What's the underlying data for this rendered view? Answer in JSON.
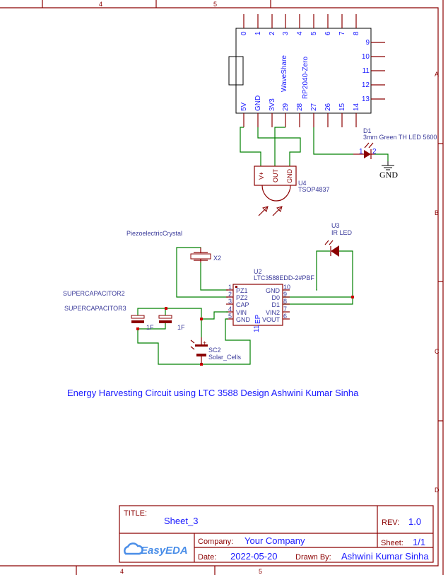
{
  "frame": {
    "columns": [
      "4",
      "5"
    ],
    "rows": [
      "A",
      "B",
      "C",
      "D"
    ]
  },
  "u1": {
    "name1": "WaveShare",
    "name2": "RP2040-Zero",
    "top_pins": [
      "0",
      "1",
      "2",
      "3",
      "4",
      "5",
      "6",
      "7",
      "8"
    ],
    "right_pins": [
      "9",
      "10",
      "11",
      "12",
      "13"
    ],
    "bottom_pins": [
      "5V",
      "GND",
      "3V3",
      "29",
      "28",
      "27",
      "26",
      "15",
      "14"
    ]
  },
  "d1": {
    "ref": "D1",
    "value": "3mm Green TH LED 5600",
    "pin1": "1",
    "pin2": "2"
  },
  "gnd": {
    "label": "GND"
  },
  "u4": {
    "ref": "U4",
    "value": "TSOP4837",
    "pins": [
      "V+",
      "OUT",
      "GND"
    ]
  },
  "u3": {
    "ref": "U3",
    "value": "IR LED"
  },
  "x2": {
    "label": "PiezoelectricCrystal",
    "ref": "X2"
  },
  "u2": {
    "ref": "U2",
    "value": "LTC3588EDD-2#PBF",
    "left_pins": [
      {
        "n": "1",
        "name": "PZ1"
      },
      {
        "n": "2",
        "name": "PZ2"
      },
      {
        "n": "3",
        "name": "CAP"
      },
      {
        "n": "4",
        "name": "VIN"
      },
      {
        "n": "5",
        "name": "GND"
      }
    ],
    "right_pins": [
      {
        "n": "10",
        "name": "GND"
      },
      {
        "n": "9",
        "name": "D0"
      },
      {
        "n": "8",
        "name": "D1"
      },
      {
        "n": "7",
        "name": "VIN2"
      },
      {
        "n": "6",
        "name": "VOUT"
      }
    ],
    "ep": "EP",
    "pin11": "11"
  },
  "caps": {
    "label2": "SUPERCAPACITOR2",
    "label3": "SUPERCAPACITOR3",
    "value_a": "1F",
    "value_b": "1F"
  },
  "sc2": {
    "ref": "SC2",
    "value": "Solar_Cells"
  },
  "caption": "Energy Harvesting Circuit using LTC 3588 Design Ashwini Kumar Sinha",
  "title_block": {
    "title_label": "TITLE:",
    "title": "Sheet_3",
    "rev_label": "REV:",
    "rev": "1.0",
    "company_label": "Company:",
    "company": "Your Company",
    "sheet_label": "Sheet:",
    "sheet": "1/1",
    "date_label": "Date:",
    "date": "2022-05-20",
    "drawn_label": "Drawn By:",
    "drawn_by": "Ashwini Kumar Sinha",
    "logo": "EasyEDA"
  }
}
